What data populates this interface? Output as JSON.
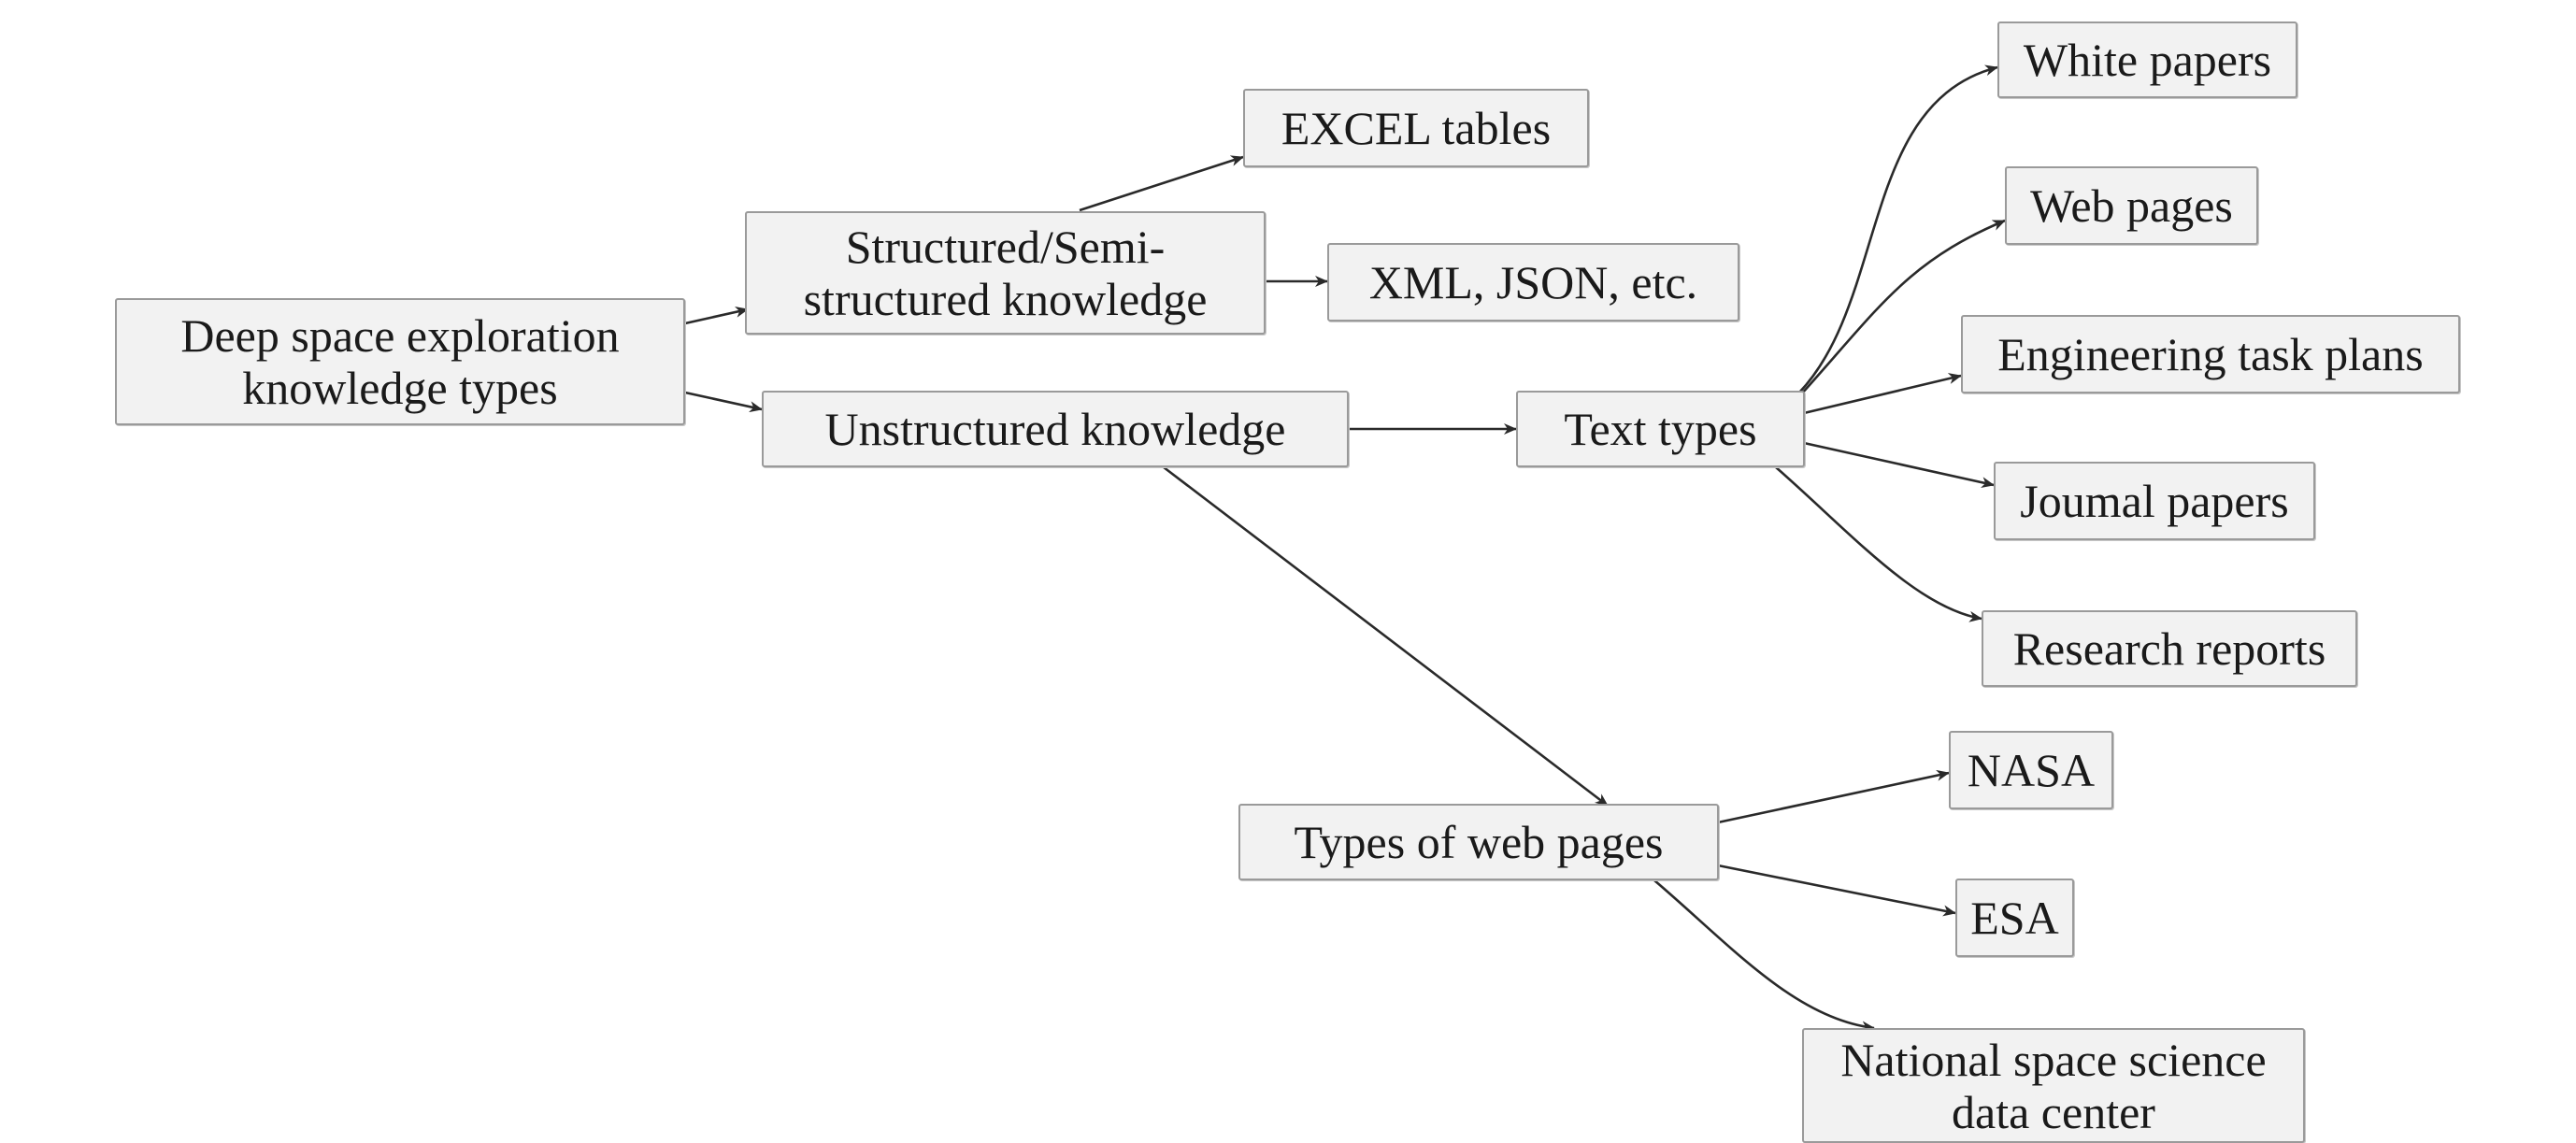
{
  "nodes": {
    "root": "Deep space exploration\nknowledge types",
    "structured": "Structured/Semi-\nstructured knowledge",
    "excel": "EXCEL tables",
    "xml": "XML, JSON, etc.",
    "unstructured": "Unstructured knowledge",
    "text_types": "Text types",
    "white_papers": "White papers",
    "web_pages": "Web pages",
    "engineering": "Engineering task plans",
    "journal": "Joumal papers",
    "research": "Research reports",
    "web_types": "Types of web pages",
    "nasa": "NASA",
    "esa": "ESA",
    "nssdc": "National space science\ndata center"
  },
  "edges": [
    [
      "root",
      "structured"
    ],
    [
      "root",
      "unstructured"
    ],
    [
      "structured",
      "excel"
    ],
    [
      "structured",
      "xml"
    ],
    [
      "unstructured",
      "text_types"
    ],
    [
      "unstructured",
      "web_types"
    ],
    [
      "text_types",
      "white_papers"
    ],
    [
      "text_types",
      "web_pages"
    ],
    [
      "text_types",
      "engineering"
    ],
    [
      "text_types",
      "journal"
    ],
    [
      "text_types",
      "research"
    ],
    [
      "web_types",
      "nasa"
    ],
    [
      "web_types",
      "esa"
    ],
    [
      "web_types",
      "nssdc"
    ]
  ]
}
